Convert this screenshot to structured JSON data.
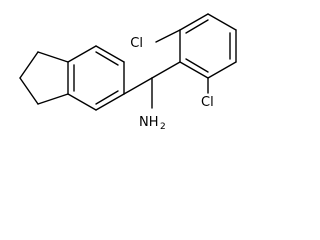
{
  "diagram": {
    "type": "chemical-structure",
    "labels": {
      "cl_top": "Cl",
      "cl_right": "Cl",
      "amine_main": "NH",
      "amine_sub": "2"
    }
  }
}
